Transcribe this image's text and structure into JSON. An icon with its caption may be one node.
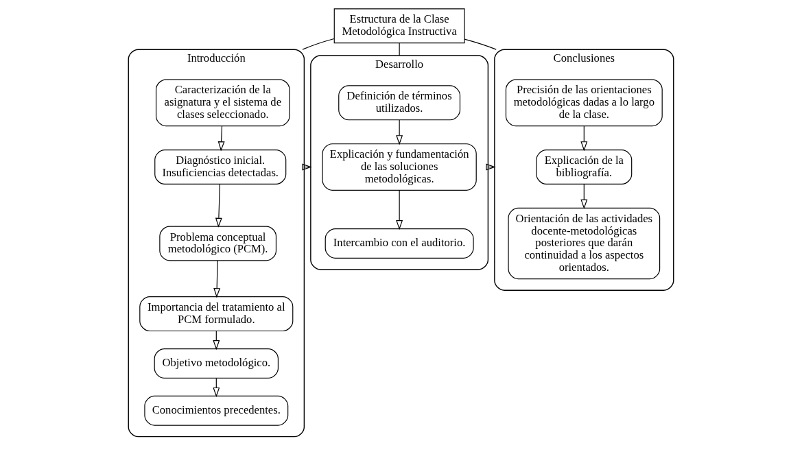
{
  "diagram": {
    "nodes": [
      {
        "text": [
          "Estructura de la Clase Metodológica Instructiva"
        ]
      },
      {
        "text": [
          "Introducción"
        ]
      },
      {
        "text": [
          "Caracterización de la asignatura y el sistema de clases seleccionado."
        ],
        "in": 1
      },
      {
        "text": [
          "Diagnóstico inicial. Insuficiencias detectadas."
        ],
        "in": 1
      },
      {
        "text": [
          "Problema conceptual metodológico (PCM)."
        ],
        "in": 1
      },
      {
        "text": [
          "Importancia del tratamiento al PCM formulado."
        ],
        "in": 1
      },
      {
        "text": [
          "Objetivo metodológico."
        ],
        "in": 1
      },
      {
        "text": [
          "Conocimientos precedentes."
        ],
        "in": 1
      },
      {
        "text": [
          "Desarrollo"
        ]
      },
      {
        "text": [
          "Definición de términos utilizados."
        ],
        "in": 8
      },
      {
        "text": [
          "Explicación y fundamentación de las soluciones metodológicas."
        ],
        "in": 8
      },
      {
        "text": [
          "Intercambio con el auditorio."
        ],
        "in": 8
      },
      {
        "text": [
          "Conclusiones"
        ]
      },
      {
        "text": [
          "Precisión de las orientaciones metodológicas dadas a lo largo de la clase."
        ],
        "in": 12
      },
      {
        "text": [
          "Explicación de la bibliografía."
        ],
        "in": 12
      },
      {
        "text": [
          "Orientación de las actividades docente-metodológicas posteriores que darán continuidad a los aspectos orientados."
        ],
        "in": 12
      }
    ],
    "edges": [
      {
        "from": 0,
        "to": 1,
        "arrow": "none"
      },
      {
        "from": 0,
        "to": 8,
        "arrow": "none"
      },
      {
        "from": 0,
        "to": 12,
        "arrow": "none"
      },
      {
        "from": 2,
        "to": 3,
        "arrow": "to"
      },
      {
        "from": 3,
        "to": 4,
        "arrow": "to"
      },
      {
        "from": 4,
        "to": 5,
        "arrow": "to"
      },
      {
        "from": 5,
        "to": 6,
        "arrow": "to"
      },
      {
        "from": 6,
        "to": 7,
        "arrow": "to"
      },
      {
        "from": 1,
        "to": 8,
        "arrow": "to"
      },
      {
        "from": 9,
        "to": 10,
        "arrow": "to"
      },
      {
        "from": 10,
        "to": 11,
        "arrow": "to"
      },
      {
        "from": 8,
        "to": 12,
        "arrow": "to"
      },
      {
        "from": 13,
        "to": 14,
        "arrow": "to"
      },
      {
        "from": 14,
        "to": 15,
        "arrow": "to"
      }
    ]
  }
}
